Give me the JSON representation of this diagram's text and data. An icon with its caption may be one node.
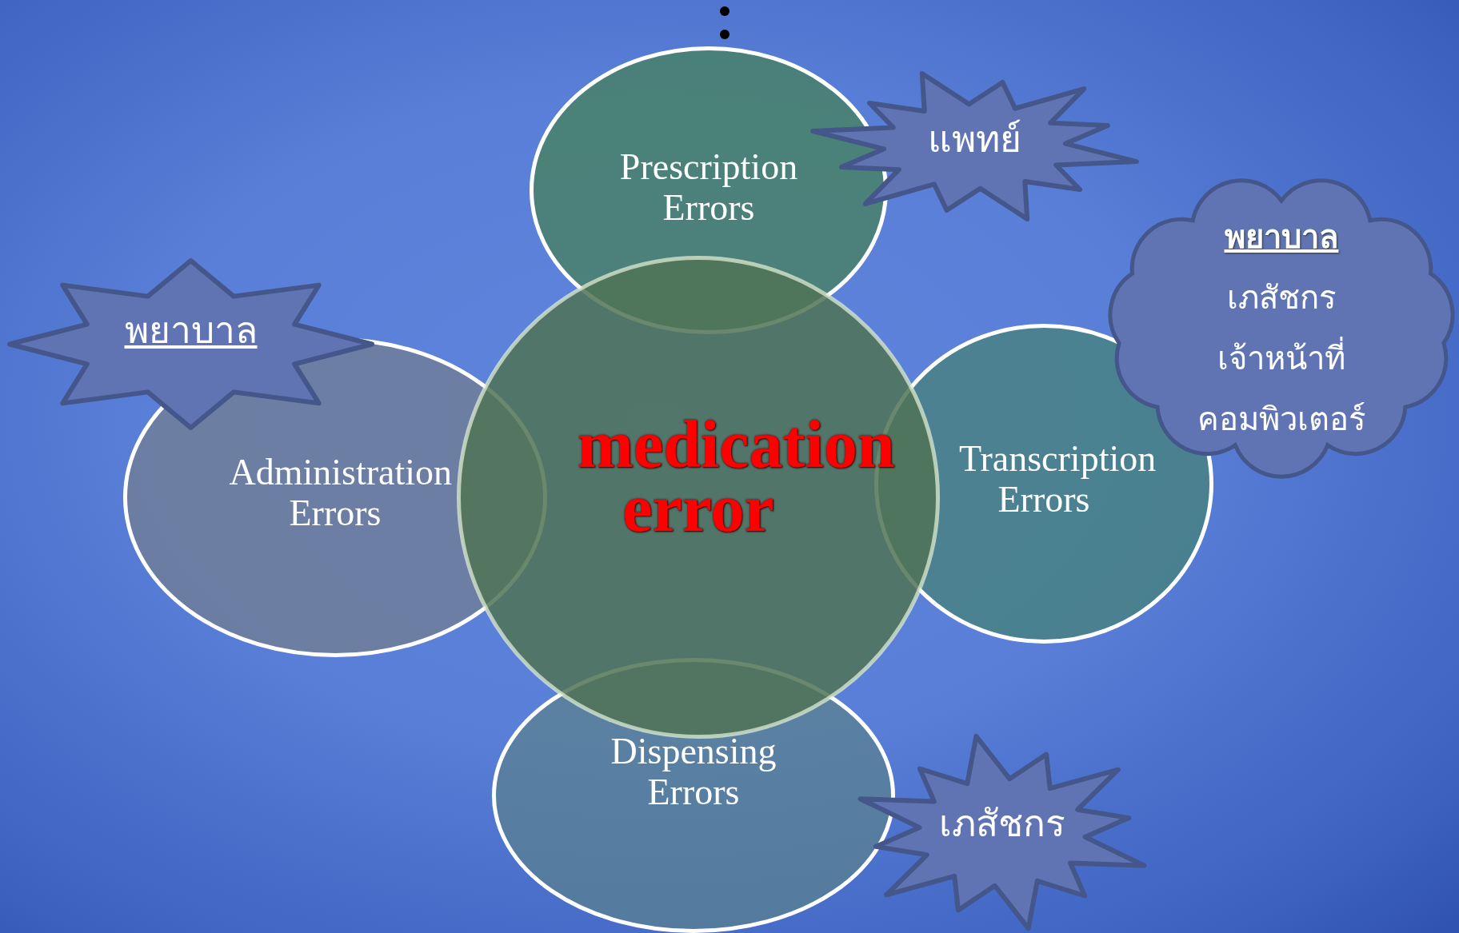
{
  "diagram": {
    "nodes": [
      {
        "text": [
          "medication error"
        ]
      },
      {
        "text": [
          "Prescription Errors"
        ]
      },
      {
        "text": [
          "Administration Errors"
        ]
      },
      {
        "text": [
          "Transcription Errors"
        ]
      },
      {
        "text": [
          "Dispensing Errors"
        ]
      },
      {
        "text": [
          "แพทย์"
        ]
      },
      {
        "text": [
          "พยาบาล"
        ]
      },
      {
        "text": [
          "พยาบาล",
          "เภสัชกร",
          "เจ้าหน้าที่",
          "คอมพิวเตอร์"
        ]
      },
      {
        "text": [
          "เภสัชกร"
        ]
      }
    ]
  }
}
